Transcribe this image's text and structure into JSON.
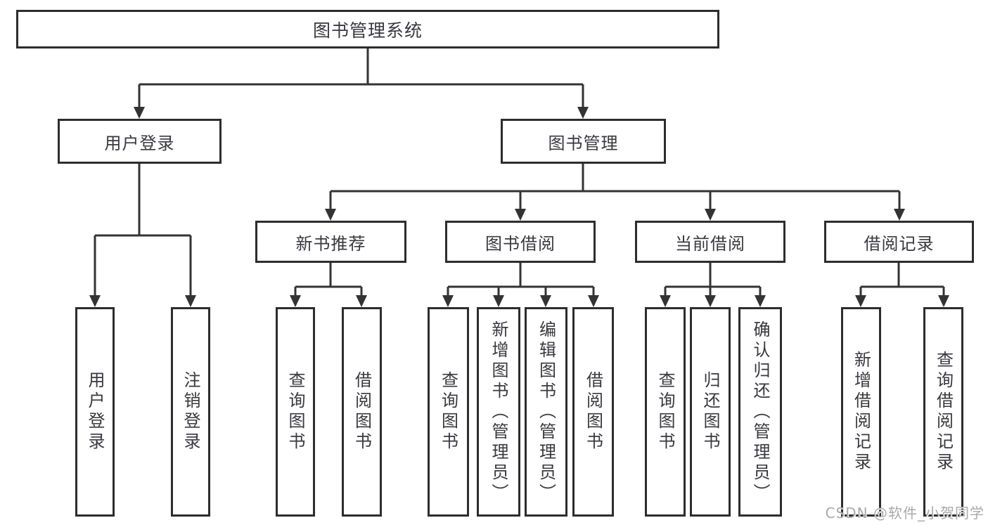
{
  "diagram": {
    "root": {
      "label": "图书管理系统"
    },
    "level2": [
      {
        "label": "用户登录"
      },
      {
        "label": "图书管理"
      }
    ],
    "level3": [
      {
        "label": "新书推荐",
        "parent": "图书管理"
      },
      {
        "label": "图书借阅",
        "parent": "图书管理"
      },
      {
        "label": "当前借阅",
        "parent": "图书管理"
      },
      {
        "label": "借阅记录",
        "parent": "图书管理"
      }
    ],
    "leaves": [
      {
        "label": "用户登录",
        "parent": "用户登录"
      },
      {
        "label": "注销登录",
        "parent": "用户登录"
      },
      {
        "label": "查询图书",
        "parent": "新书推荐"
      },
      {
        "label": "借阅图书",
        "parent": "新书推荐"
      },
      {
        "label": "查询图书",
        "parent": "图书借阅"
      },
      {
        "label": "新增图书（管理员）",
        "parent": "图书借阅"
      },
      {
        "label": "编辑图书（管理员）",
        "parent": "图书借阅"
      },
      {
        "label": "借阅图书",
        "parent": "图书借阅"
      },
      {
        "label": "查询图书",
        "parent": "当前借阅"
      },
      {
        "label": "归还图书",
        "parent": "当前借阅"
      },
      {
        "label": "确认归还（管理员）",
        "parent": "当前借阅"
      },
      {
        "label": "新增借阅记录",
        "parent": "借阅记录"
      },
      {
        "label": "查询借阅记录",
        "parent": "借阅记录"
      }
    ]
  },
  "watermark": {
    "text": "CSDN @软件_小贺同学"
  },
  "colors": {
    "line": "#333333",
    "border": "#2d2d2d",
    "text": "#38383f",
    "background": "#ffffff",
    "watermark_color": "#a9a9ab"
  }
}
